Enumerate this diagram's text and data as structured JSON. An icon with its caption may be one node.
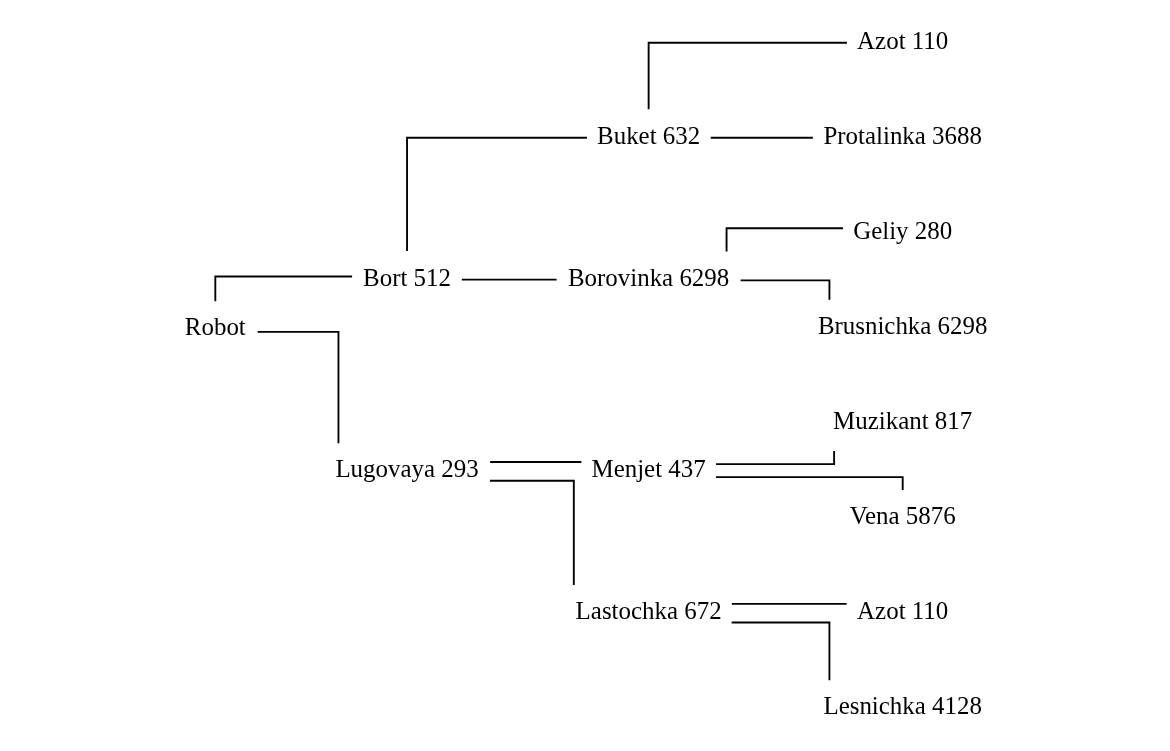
{
  "diagram": {
    "nodes": [
      {
        "text": [
          "Robot"
        ]
      },
      {
        "text": [
          "Bort 512"
        ]
      },
      {
        "text": [
          "Lugovaya 293"
        ]
      },
      {
        "text": [
          "Buket 632"
        ]
      },
      {
        "text": [
          "Borovinka 6298"
        ]
      },
      {
        "text": [
          "Azot 110"
        ]
      },
      {
        "text": [
          "Protalinka 3688"
        ]
      },
      {
        "text": [
          "Geliy 280"
        ]
      },
      {
        "text": [
          "Brusnichka 6298"
        ]
      },
      {
        "text": [
          "Menjet 437"
        ]
      },
      {
        "text": [
          "Lastochka 672"
        ]
      },
      {
        "text": [
          "Muzikant 817"
        ]
      },
      {
        "text": [
          "Vena 5876"
        ]
      },
      {
        "text": [
          "Azot 110"
        ]
      },
      {
        "text": [
          "Lesnichka 4128"
        ]
      }
    ],
    "edges": [
      {
        "from": 0,
        "to": 1,
        "arrow": "none"
      },
      {
        "from": 0,
        "to": 2,
        "arrow": "none"
      },
      {
        "from": 1,
        "to": 3,
        "arrow": "none"
      },
      {
        "from": 1,
        "to": 4,
        "arrow": "none"
      },
      {
        "from": 3,
        "to": 5,
        "arrow": "none"
      },
      {
        "from": 3,
        "to": 6,
        "arrow": "none"
      },
      {
        "from": 4,
        "to": 7,
        "arrow": "none"
      },
      {
        "from": 4,
        "to": 8,
        "arrow": "none"
      },
      {
        "from": 2,
        "to": 9,
        "arrow": "none"
      },
      {
        "from": 2,
        "to": 10,
        "arrow": "none"
      },
      {
        "from": 9,
        "to": 11,
        "arrow": "none"
      },
      {
        "from": 9,
        "to": 12,
        "arrow": "none"
      },
      {
        "from": 10,
        "to": 13,
        "arrow": "none"
      },
      {
        "from": 10,
        "to": 14,
        "arrow": "none"
      }
    ]
  }
}
